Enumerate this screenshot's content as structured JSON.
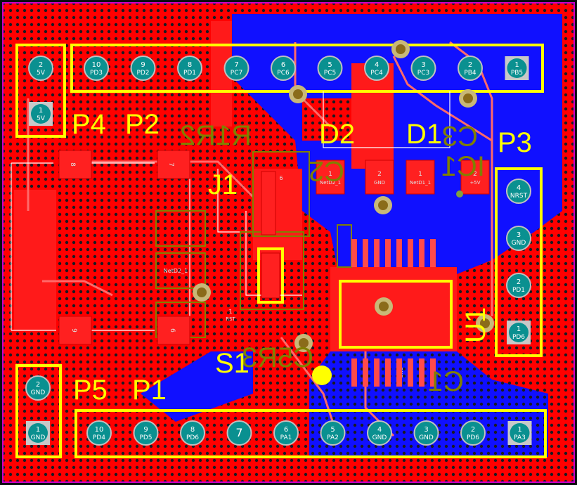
{
  "colors": {
    "board": "#ff0000",
    "top_copper": "#e60000",
    "bottom_copper": "#1010ff",
    "silk": "#ffff00",
    "pad": "#0a9090",
    "via": "#8a6b1a"
  },
  "labels": {
    "P4": "P4",
    "P2": "P2",
    "P3": "P3",
    "P5": "P5",
    "P1": "P1",
    "D2": "D2",
    "D1": "D1",
    "J1": "J1",
    "S1": "S1",
    "U1": "U1",
    "C3": "C3",
    "C2": "C2",
    "C1": "C1",
    "C5": "C5",
    "R3": "R3",
    "R1": "R1",
    "R2": "R2",
    "IC1": "IC1"
  },
  "header_top": [
    {
      "num": "10",
      "name": "PD3"
    },
    {
      "num": "9",
      "name": "PD2"
    },
    {
      "num": "8",
      "name": "PD1"
    },
    {
      "num": "7",
      "name": "PC7"
    },
    {
      "num": "6",
      "name": "PC6"
    },
    {
      "num": "5",
      "name": "PC5"
    },
    {
      "num": "4",
      "name": "PC4"
    },
    {
      "num": "3",
      "name": "PC3"
    },
    {
      "num": "2",
      "name": "PB4"
    },
    {
      "num": "1",
      "name": "PB5"
    }
  ],
  "header_bottom": [
    {
      "num": "10",
      "name": "PD4"
    },
    {
      "num": "9",
      "name": "PD5"
    },
    {
      "num": "8",
      "name": "PD6"
    },
    {
      "num": "7",
      "name": ""
    },
    {
      "num": "6",
      "name": "PA1"
    },
    {
      "num": "5",
      "name": "PA2"
    },
    {
      "num": "4",
      "name": "GND"
    },
    {
      "num": "3",
      "name": "GND"
    },
    {
      "num": "2",
      "name": "PD6"
    },
    {
      "num": "1",
      "name": "PA3"
    }
  ],
  "header_right": [
    {
      "num": "4",
      "name": "NRST"
    },
    {
      "num": "3",
      "name": "GND"
    },
    {
      "num": "2",
      "name": "PD1"
    },
    {
      "num": "1",
      "name": "PD6"
    }
  ],
  "p4_pins": [
    {
      "num": "2",
      "name": "5V"
    },
    {
      "num": "1",
      "name": "5V"
    }
  ],
  "p5_pins": [
    {
      "num": "2",
      "name": "GND"
    },
    {
      "num": "1",
      "name": "GND"
    }
  ],
  "smd": {
    "pad8": "8",
    "pad7": "7",
    "pad6_top": "6",
    "pad9": "9",
    "pad6_bot": "6",
    "d2_pad1": "1",
    "d2_pad1_net": "NetD2_1",
    "d2_pad2": "2",
    "d2_pad2_net": "GND",
    "d1_pad1": "1",
    "d1_pad1_net": "NetD1_1",
    "d1_pad2": "2",
    "d1_pad2_net": "+5V",
    "netd2": "NetD2_1",
    "rst_num": "1",
    "rst_net": "RST",
    "gnd_small": "GND",
    "j1_6": "6"
  }
}
